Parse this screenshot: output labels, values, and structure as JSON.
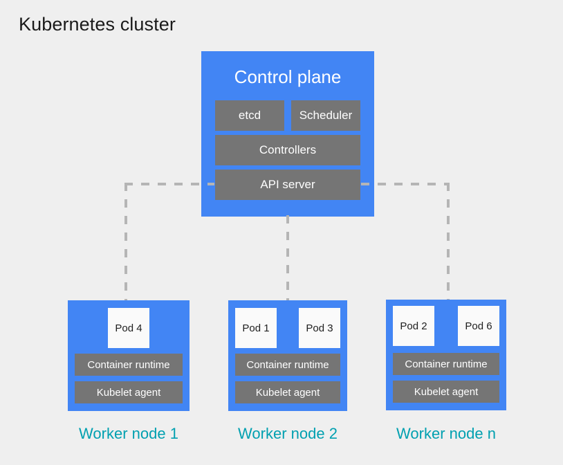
{
  "page": {
    "title": "Kubernetes cluster",
    "background_color": "#efefef"
  },
  "colors": {
    "node_blue": "#4285f4",
    "component_gray": "#757575",
    "pod_white": "#fafafa",
    "label_teal": "#00a0b0",
    "connector_gray": "#b5b5b5",
    "title_black": "#1a1a1a"
  },
  "control_plane": {
    "title": "Control plane",
    "components": [
      {
        "label": "etcd"
      },
      {
        "label": "Scheduler"
      },
      {
        "label": "Controllers"
      },
      {
        "label": "API server"
      }
    ]
  },
  "worker_nodes": [
    {
      "label": "Worker node 1",
      "pods": [
        {
          "label": "Pod 4"
        }
      ],
      "components": [
        {
          "label": "Container runtime"
        },
        {
          "label": "Kubelet agent"
        }
      ]
    },
    {
      "label": "Worker node 2",
      "pods": [
        {
          "label": "Pod 1"
        },
        {
          "label": "Pod 3"
        }
      ],
      "components": [
        {
          "label": "Container runtime"
        },
        {
          "label": "Kubelet agent"
        }
      ]
    },
    {
      "label": "Worker node n",
      "pods": [
        {
          "label": "Pod 2"
        },
        {
          "label": "Pod 6"
        }
      ],
      "components": [
        {
          "label": "Container runtime"
        },
        {
          "label": "Kubelet agent"
        }
      ]
    }
  ],
  "connectors": [
    {
      "name": "api-server-to-worker-node-1",
      "style": "dashed"
    },
    {
      "name": "api-server-to-worker-node-2",
      "style": "dashed"
    },
    {
      "name": "api-server-to-worker-node-n",
      "style": "dashed"
    }
  ]
}
